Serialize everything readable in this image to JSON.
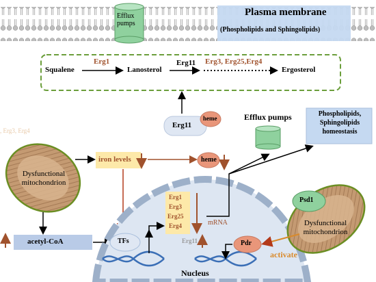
{
  "membrane": {
    "title": "Plasma membrane",
    "subtitle": "(Phospholipids and Sphingolipids)",
    "efflux_top": "Efflux pumps"
  },
  "pathway": {
    "squalene": "Squalene",
    "erg1": "Erg1",
    "lanosterol": "Lanosterol",
    "erg11": "Erg11",
    "erg_late": "Erg3, Erg25,Erg4",
    "ergosterol": "Ergosterol"
  },
  "middle": {
    "erg11_box": "Erg11",
    "heme_small": "heme",
    "efflux_pumps": "Efflux pumps",
    "phospholipids_box": "Phospholipids, Sphingolipids homeostasis",
    "faint_left": ", Erg3, Erg4"
  },
  "left": {
    "mito_label": "Dysfunctional mitochondrion",
    "iron_levels": "iron levels",
    "heme": "heme",
    "acetyl": "acetyl-CoA"
  },
  "nucleus": {
    "genes": [
      "Erg1",
      "Erg3",
      "Erg25",
      "Erg4"
    ],
    "erg11": "Erg11",
    "tfs": "TFs",
    "mrna": "mRNA",
    "pdr": "Pdr",
    "label": "Nucleus"
  },
  "right": {
    "psd1": "Psd1",
    "mito_label": "Dysfunctional mitochondrion",
    "activate": "activate"
  },
  "colors": {
    "membrane_box": "#c5d9f1",
    "pump_green": "#8fd19e",
    "erg_brown": "#a0522d",
    "dashed_green": "#6b9e3b",
    "iron_box": "#fde9a9",
    "heme_pink": "#e9967a",
    "mito_fill": "#c8a07a",
    "nucleus_fill": "#dde6f2",
    "activate_orange": "#d98a2b"
  }
}
